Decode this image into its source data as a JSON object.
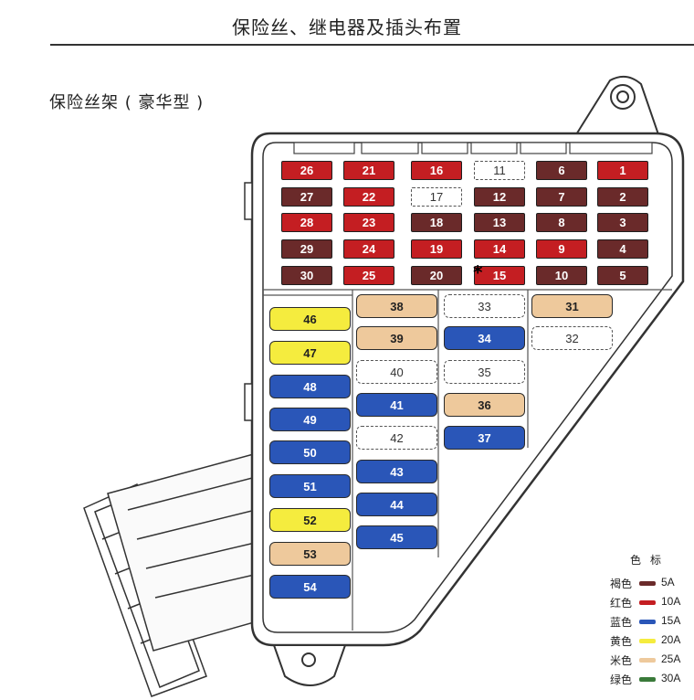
{
  "header": {
    "title": "保险丝、继电器及插头布置"
  },
  "subtitle": "保险丝架 ( 豪华型 )",
  "marker": "*",
  "colors": {
    "5A": "#6a2a2a",
    "10A": "#c41e22",
    "15A": "#2a56b8",
    "20A": "#f5ec3e",
    "25A": "#eec99c",
    "30A": "#3a7a3a"
  },
  "small_fuses": [
    {
      "label": "26",
      "rating": "10A"
    },
    {
      "label": "21",
      "rating": "10A"
    },
    {
      "label": "16",
      "rating": "10A"
    },
    {
      "label": "11",
      "rating": "empty"
    },
    {
      "label": "6",
      "rating": "5A"
    },
    {
      "label": "1",
      "rating": "10A"
    },
    {
      "label": "27",
      "rating": "5A"
    },
    {
      "label": "22",
      "rating": "10A"
    },
    {
      "label": "17",
      "rating": "empty"
    },
    {
      "label": "12",
      "rating": "5A"
    },
    {
      "label": "7",
      "rating": "5A"
    },
    {
      "label": "2",
      "rating": "5A"
    },
    {
      "label": "28",
      "rating": "10A"
    },
    {
      "label": "23",
      "rating": "10A"
    },
    {
      "label": "18",
      "rating": "5A"
    },
    {
      "label": "13",
      "rating": "5A"
    },
    {
      "label": "8",
      "rating": "5A"
    },
    {
      "label": "3",
      "rating": "5A"
    },
    {
      "label": "29",
      "rating": "5A"
    },
    {
      "label": "24",
      "rating": "10A"
    },
    {
      "label": "19",
      "rating": "10A"
    },
    {
      "label": "14",
      "rating": "10A"
    },
    {
      "label": "9",
      "rating": "10A"
    },
    {
      "label": "4",
      "rating": "5A"
    },
    {
      "label": "30",
      "rating": "5A"
    },
    {
      "label": "25",
      "rating": "10A"
    },
    {
      "label": "20",
      "rating": "5A"
    },
    {
      "label": "15",
      "rating": "10A"
    },
    {
      "label": "10",
      "rating": "5A"
    },
    {
      "label": "5",
      "rating": "5A"
    }
  ],
  "big_fuses": [
    {
      "label": "38",
      "rating": "25A"
    },
    {
      "label": "33",
      "rating": "empty"
    },
    {
      "label": "31",
      "rating": "25A"
    },
    {
      "label": "46",
      "rating": "20A"
    },
    {
      "label": "39",
      "rating": "25A"
    },
    {
      "label": "34",
      "rating": "15A"
    },
    {
      "label": "32",
      "rating": "empty"
    },
    {
      "label": "47",
      "rating": "20A"
    },
    {
      "label": "40",
      "rating": "empty"
    },
    {
      "label": "35",
      "rating": "empty"
    },
    {
      "label": "48",
      "rating": "15A"
    },
    {
      "label": "41",
      "rating": "15A"
    },
    {
      "label": "36",
      "rating": "25A"
    },
    {
      "label": "49",
      "rating": "15A"
    },
    {
      "label": "42",
      "rating": "empty"
    },
    {
      "label": "37",
      "rating": "15A"
    },
    {
      "label": "50",
      "rating": "15A"
    },
    {
      "label": "43",
      "rating": "15A"
    },
    {
      "label": "51",
      "rating": "15A"
    },
    {
      "label": "44",
      "rating": "15A"
    },
    {
      "label": "52",
      "rating": "20A"
    },
    {
      "label": "45",
      "rating": "15A"
    },
    {
      "label": "53",
      "rating": "25A"
    },
    {
      "label": "54",
      "rating": "15A"
    }
  ],
  "legend": {
    "title": "色标",
    "items": [
      {
        "name": "褐色",
        "amp": "5A",
        "key": "5A"
      },
      {
        "name": "红色",
        "amp": "10A",
        "key": "10A"
      },
      {
        "name": "蓝色",
        "amp": "15A",
        "key": "15A"
      },
      {
        "name": "黄色",
        "amp": "20A",
        "key": "20A"
      },
      {
        "name": "米色",
        "amp": "25A",
        "key": "25A"
      },
      {
        "name": "绿色",
        "amp": "30A",
        "key": "30A"
      }
    ]
  }
}
